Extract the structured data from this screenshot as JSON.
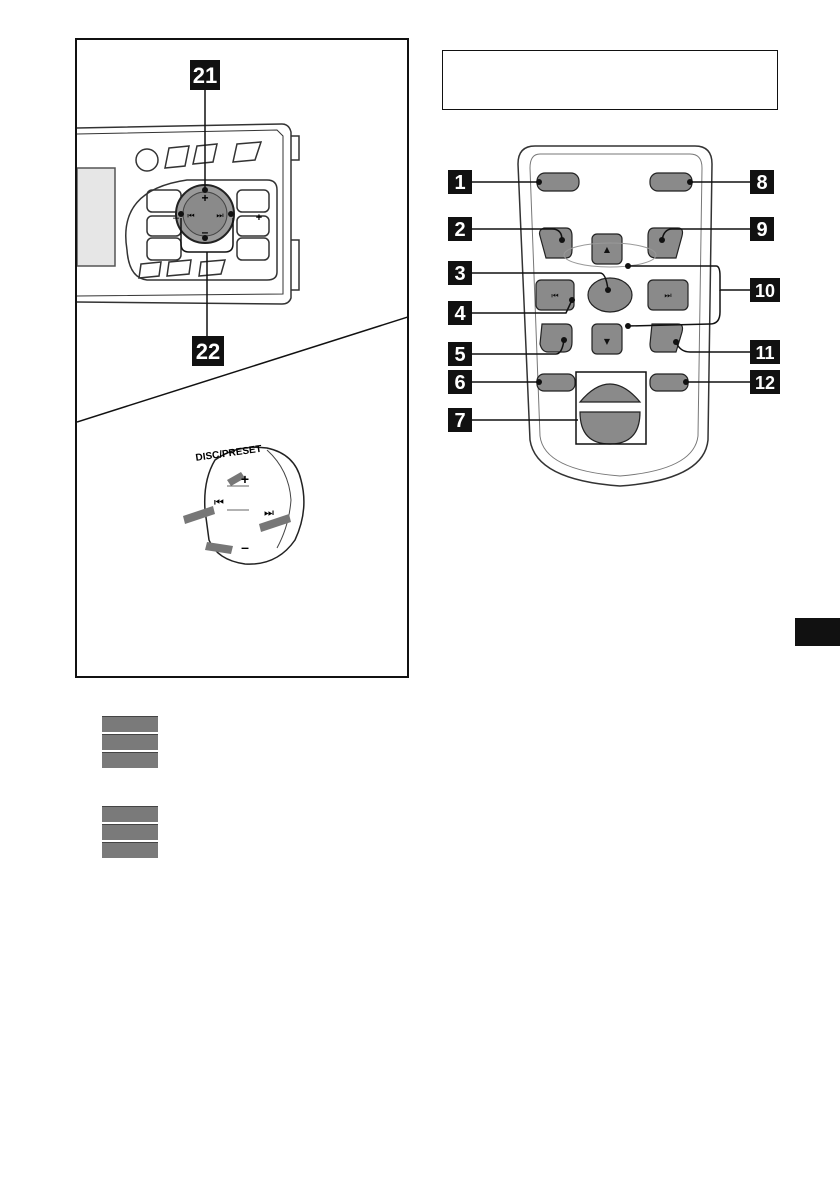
{
  "front_panel": {
    "callout_top": "21",
    "callout_bottom": "22",
    "knob_plus": "+",
    "knob_minus": "–",
    "side_minus": "–",
    "side_plus": "+",
    "prev_glyph": "⏮",
    "next_glyph": "⏭"
  },
  "dial_detail": {
    "label": "DISC/PRESET",
    "plus": "+",
    "minus": "–",
    "prev_glyph": "⏮",
    "next_glyph": "⏭"
  },
  "remote": {
    "callouts": [
      "1",
      "2",
      "3",
      "4",
      "5",
      "6",
      "7",
      "8",
      "9",
      "10",
      "11",
      "12"
    ]
  },
  "colors": {
    "badge_bg": "#111111",
    "badge_text": "#ffffff",
    "button_gray": "#8a8a8a",
    "legend_bar": "#7a7a7a",
    "page_tab": "#111111"
  }
}
